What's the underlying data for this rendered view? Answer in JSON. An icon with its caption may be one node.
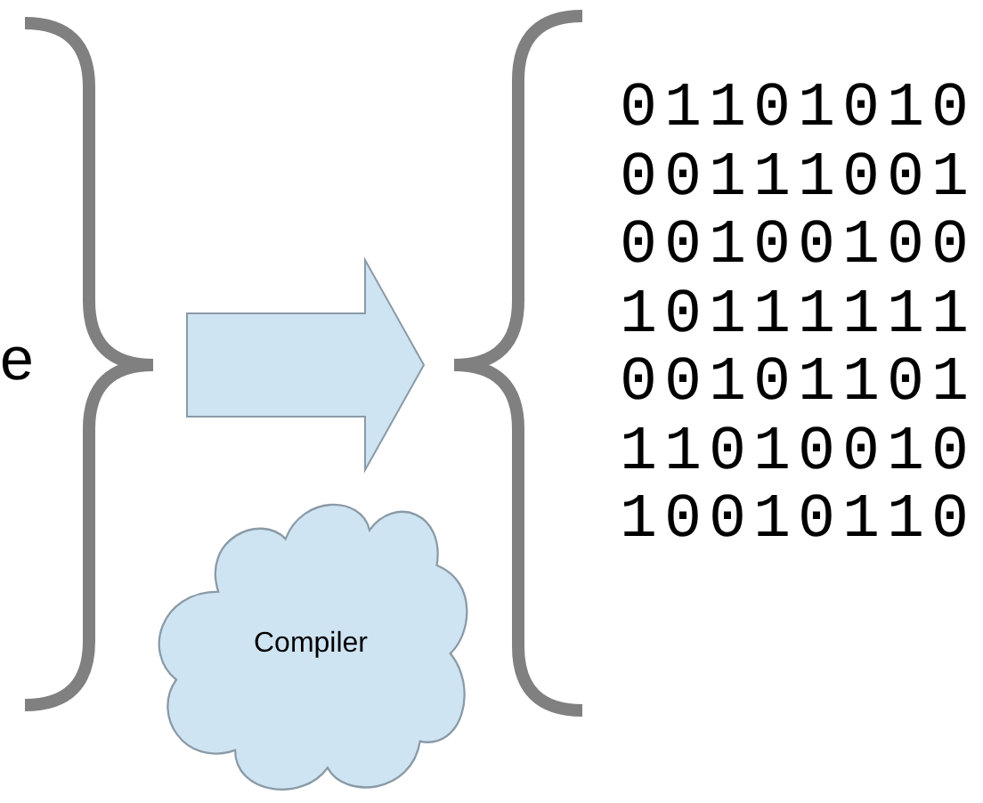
{
  "diagram": {
    "nodes": [
      {
        "text": [
          "Compiler"
        ]
      }
    ],
    "labels": [
      "e",
      "01101010",
      "00111001",
      "00100100",
      "10111111",
      "00101101",
      "11010010",
      "10010110"
    ]
  }
}
